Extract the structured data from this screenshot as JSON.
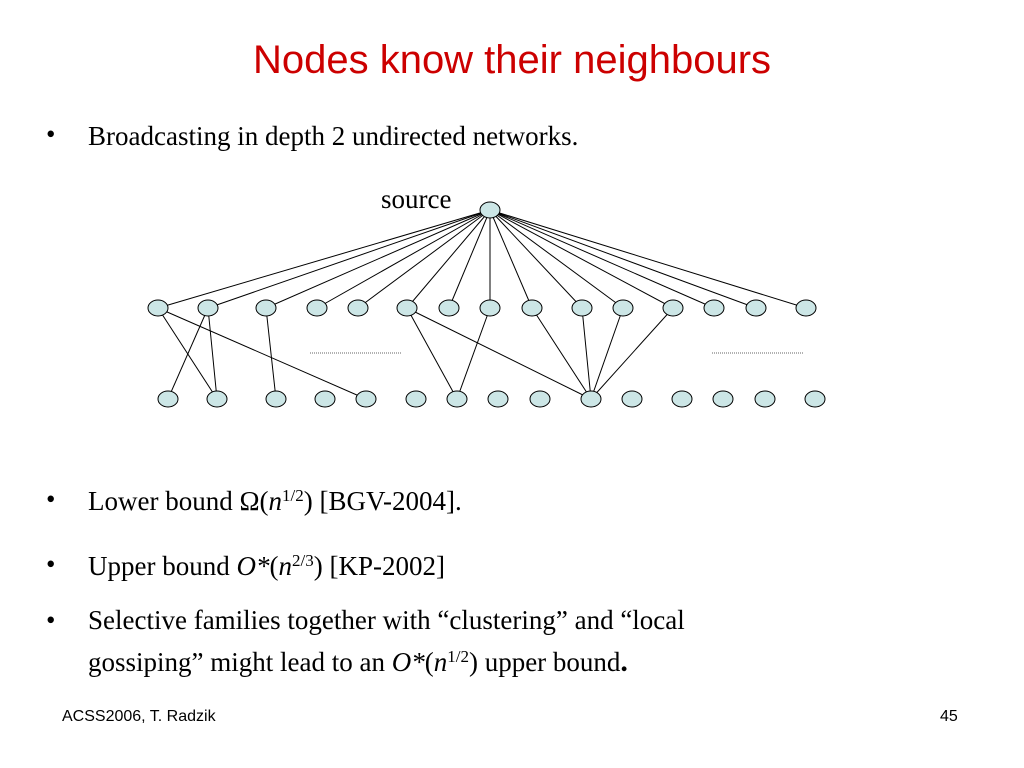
{
  "slide": {
    "title": "Nodes know their neighbours",
    "bullet_symbol": "•",
    "bullets": {
      "b1": "Broadcasting in depth 2 undirected networks.",
      "b2_pre": "Lower bound Ω(",
      "b2_var": "n",
      "b2_sup": "1/2",
      "b2_post": ") [BGV-2004].",
      "b3_pre": "Upper bound ",
      "b3_op": "O*",
      "b3_open": "(",
      "b3_var": "n",
      "b3_sup": "2/3",
      "b3_post": ")  [KP-2002]",
      "b4_line1": "Selective families together with “clustering” and “local",
      "b4_pre": "gossiping” might lead to an ",
      "b4_op": "O*",
      "b4_open": "(",
      "b4_var": "n",
      "b4_sup": "1/2",
      "b4_post": ")  upper bound",
      "b4_end": "."
    },
    "diagram": {
      "source_label": "source"
    },
    "footer_left": "ACSS2006, T. Radzik",
    "footer_right": "45"
  }
}
